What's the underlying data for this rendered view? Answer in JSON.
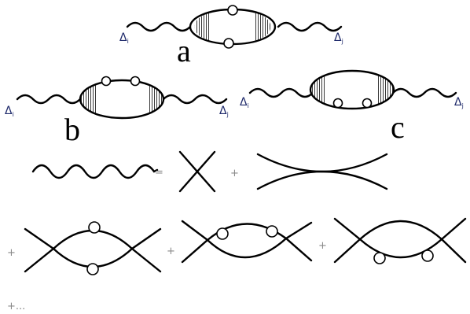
{
  "labels": {
    "a": "a",
    "b": "b",
    "c": "c"
  },
  "endpoint": {
    "symbol": "Δ",
    "left_sub": "i",
    "right_sub": "j"
  },
  "operators": {
    "equals": "=",
    "plus": "+",
    "ellipsis": "+..."
  },
  "colors": {
    "line": "#000000",
    "endpoint_label": "#1f2a6b",
    "operator": "#8a8a8a",
    "vertex_fill": "#ffffff"
  }
}
